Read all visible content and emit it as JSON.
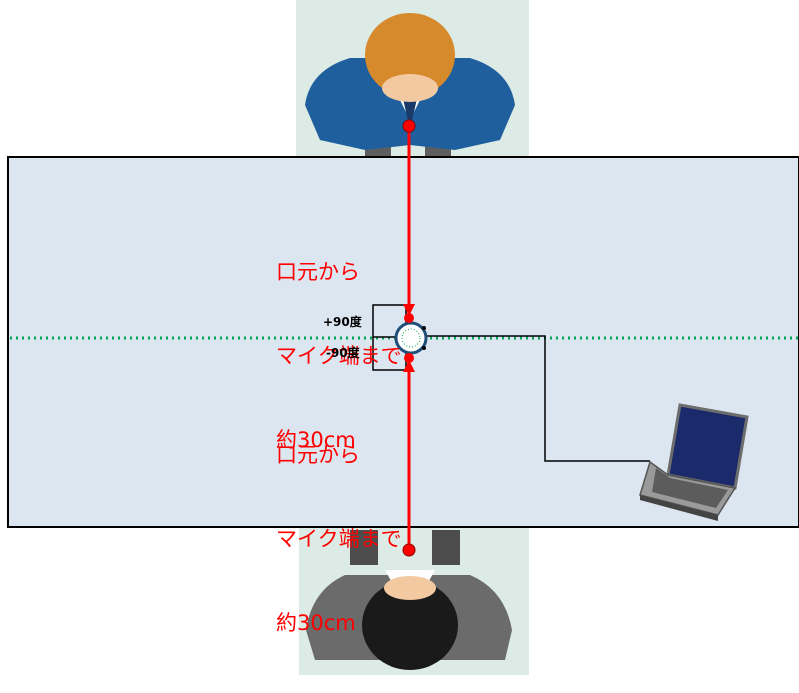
{
  "labels": {
    "top_line1": "口元から",
    "top_line2": "マイク端まで",
    "top_line3": "約30cm",
    "bottom_line1": "口元から",
    "bottom_line2": "マイク端まで",
    "bottom_line3": "約30cm",
    "plus90": "+90度",
    "minus90": "-90度"
  },
  "colors": {
    "table": "#dce6f1",
    "person_bg": "#dcebe5",
    "measure": "#ff0000",
    "axis": "#00a651",
    "jacket_blue": "#1f5f9e",
    "jacket_gray": "#6b6b6b",
    "hair_blonde": "#d68a2c",
    "hair_black": "#1a1a1a"
  },
  "icons": {
    "person_top": "person-top-view-icon",
    "person_bottom": "person-top-view-icon",
    "microphone": "microphone-icon",
    "laptop": "laptop-icon"
  }
}
